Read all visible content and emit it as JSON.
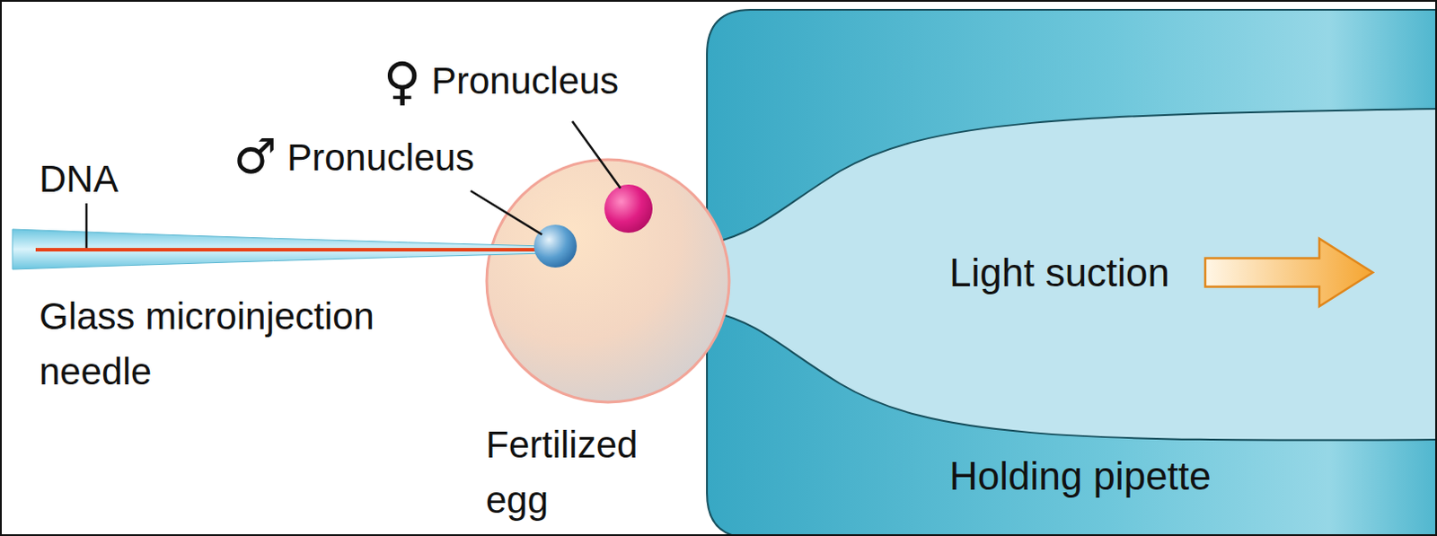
{
  "diagram": {
    "nodes": [
      {
        "text": [
          "Fertilized egg"
        ]
      },
      {
        "text": [
          "Light suction",
          "Holding pipette"
        ]
      }
    ],
    "labels": [
      "♀",
      "Pronucleus",
      "♂",
      "Pronucleus",
      "DNA",
      "Glass microinjection needle"
    ]
  }
}
